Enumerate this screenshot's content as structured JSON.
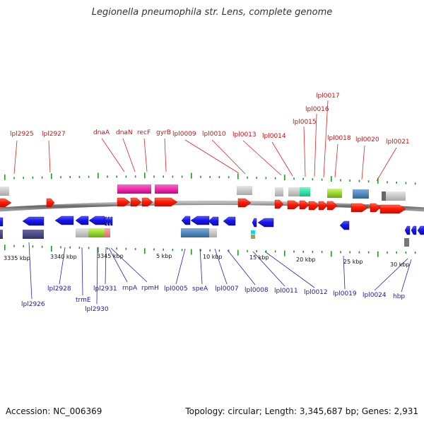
{
  "title": "Legionella pneumophila str. Lens, complete genome",
  "accession": "Accession: NC_006369",
  "summary": "Topology: circular; Length: 3,345,687 bp; Genes: 2,931",
  "colors": {
    "forward_gene": "#ff2200",
    "reverse_gene": "#1a1aee",
    "forward_label": "#cc1111",
    "reverse_label": "#1a1aaa",
    "tick": "#229922",
    "backbone": "#666666"
  },
  "ruler_labels": [
    "3335 kbp",
    "3340 kbp",
    "3345 kbp",
    "5 kbp",
    "10 kbp",
    "15 kbp",
    "20 kbp",
    "25 kbp",
    "30 kbp"
  ],
  "forward_labels": [
    "lpl2925",
    "lpl2927",
    "dnaA",
    "dnaN",
    "recF",
    "gyrB",
    "lpl0009",
    "lpl0010",
    "lpl0013",
    "lpl0014",
    "lpl0015",
    "lpl0016",
    "lpl0017",
    "lpl0018",
    "lpl0020",
    "lpl0021"
  ],
  "reverse_labels": [
    "lpl2926",
    "lpl2928",
    "trmE",
    "lpl2930",
    "lpl2931",
    "rnpA",
    "rpmH",
    "lpl0005",
    "speA",
    "lpl0007",
    "lpl0008",
    "lpl0011",
    "lpl0012",
    "lpl0019",
    "lpl0024",
    "hbp"
  ]
}
